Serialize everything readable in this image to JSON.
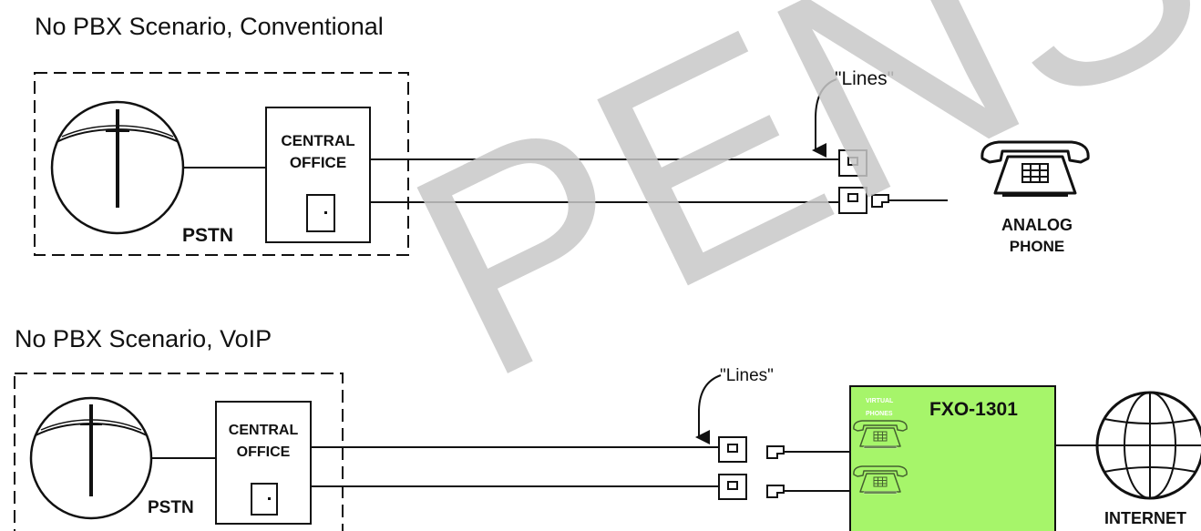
{
  "conventional": {
    "title": "No PBX Scenario, Conventional",
    "pstn_label": "PSTN",
    "central_office_line1": "CENTRAL",
    "central_office_line2": "OFFICE",
    "lines_label": "\"Lines\"",
    "phone_label_line1": "ANALOG",
    "phone_label_line2": "PHONE"
  },
  "voip": {
    "title": "No PBX Scenario, VoIP",
    "pstn_label": "PSTN",
    "central_office_line1": "CENTRAL",
    "central_office_line2": "OFFICE",
    "lines_label": "\"Lines\"",
    "device_label": "FXO-1301",
    "virtual_phones_line1": "VIRTUAL",
    "virtual_phones_line2": "PHONES",
    "internet_label": "INTERNET"
  },
  "watermark": "PENS",
  "colors": {
    "device_fill": "#a6f56a",
    "watermark": "#c8c8c8",
    "line": "#111111"
  }
}
